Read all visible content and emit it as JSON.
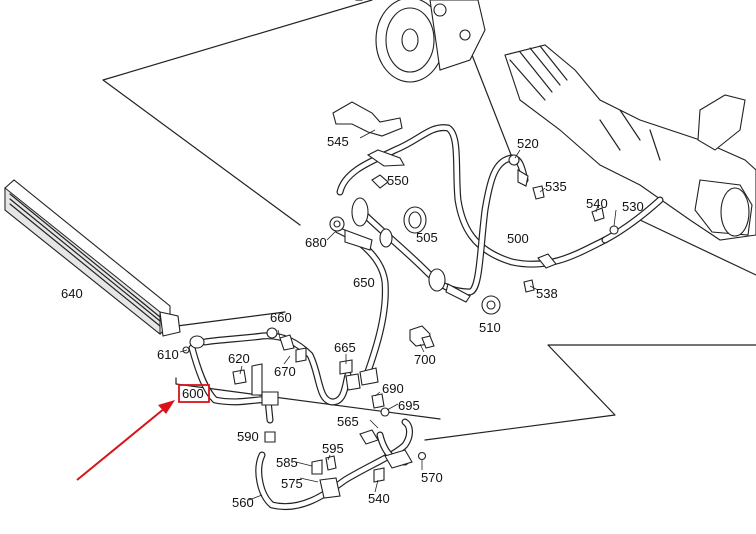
{
  "diagram": {
    "highlighted_part": "600",
    "highlight_color": "#d8141a",
    "arrow_color": "#d8141a",
    "part_numbers": {
      "p545": "545",
      "p520": "520",
      "p550": "550",
      "p535": "535",
      "p540a": "540",
      "p530": "530",
      "p680": "680",
      "p505": "505",
      "p500": "500",
      "p640": "640",
      "p538": "538",
      "p650": "650",
      "p660": "660",
      "p510": "510",
      "p610": "610",
      "p665": "665",
      "p620": "620",
      "p670": "670",
      "p700": "700",
      "p600": "600",
      "p690": "690",
      "p695": "695",
      "p565": "565",
      "p590": "590",
      "p595": "595",
      "p585": "585",
      "p575": "575",
      "p570": "570",
      "p560": "560",
      "p540b": "540"
    }
  }
}
